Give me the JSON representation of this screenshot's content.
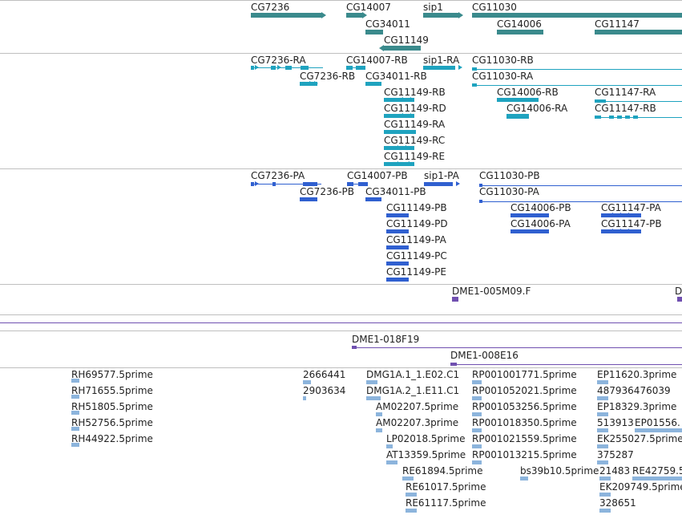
{
  "colors": {
    "gene": "#3a8a8c",
    "mrna": "#1fa3bf",
    "cds": "#3060d0",
    "est_clone": "#7050b0",
    "cdna": "#8cb4dc",
    "separator": "#bfbfbf"
  },
  "tracks": {
    "gene": {
      "labels": [
        "CG7236",
        "CG14007",
        "sip1",
        "CG11030",
        "CG34011",
        "CG14006",
        "CG11147",
        "CG11149"
      ]
    },
    "mrna": {
      "labels": [
        "CG7236-RA",
        "CG14007-RB",
        "sip1-RA",
        "CG11030-RB",
        "CG7236-RB",
        "CG34011-RB",
        "CG11030-RA",
        "CG11149-RB",
        "CG14006-RB",
        "CG11147-RA",
        "CG11149-RD",
        "CG14006-RA",
        "CG11147-RB",
        "CG11149-RA",
        "CG11149-RC",
        "CG11149-RE"
      ]
    },
    "cds": {
      "labels": [
        "CG7236-PA",
        "CG14007-PB",
        "sip1-PA",
        "CG11030-PB",
        "CG7236-PB",
        "CG34011-PB",
        "CG11030-PA",
        "CG11149-PB",
        "CG14006-PB",
        "CG11147-PA",
        "CG11149-PD",
        "CG14006-PA",
        "CG11147-PB",
        "CG11149-PA",
        "CG11149-PC",
        "CG11149-PE"
      ]
    },
    "est1": {
      "labels": [
        "DME1-005M09.F",
        "D"
      ]
    },
    "est2": {
      "labels": [
        "DME1-018F19",
        "DME1-008E16"
      ]
    },
    "cdna": {
      "labels": [
        "RH69577.5prime",
        "RH71655.5prime",
        "RH51805.5prime",
        "RH52756.5prime",
        "RH44922.5prime",
        "2666441",
        "2903634",
        "DMG1A.1_1.E02.C1",
        "DMG1A.2_1.E11.C1",
        "AM02207.5prime",
        "AM02207.3prime",
        "LP02018.5prime",
        "AT13359.5prime",
        "RE61894.5prime",
        "RE61017.5prime",
        "RE61117.5prime",
        "RP001001771.5prime",
        "RP001052021.5prime",
        "RP001053256.5prime",
        "RP001018350.5prime",
        "RP001021559.5prime",
        "RP001013215.5prime",
        "bs39b10.5prime",
        "EP11620.3prime",
        "487936476039",
        "EP18329.3prime",
        "513913",
        "EP01556.",
        "EK255027.5prime",
        "375287",
        "21483",
        "RE42759.5",
        "EK209749.5prime",
        "328651"
      ]
    }
  }
}
